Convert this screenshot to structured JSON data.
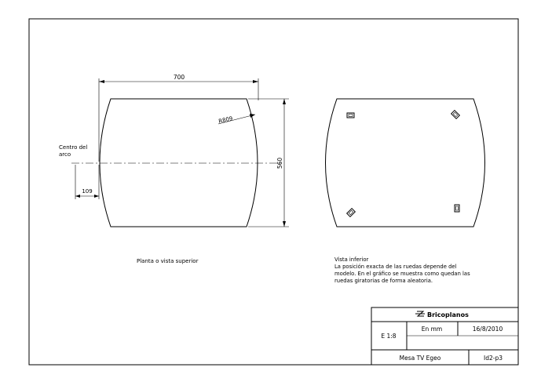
{
  "plan_view": {
    "dim_width": "700",
    "dim_height": "560",
    "dim_radius": "R809",
    "dim_offset": "109",
    "center_label_line1": "Centro del",
    "center_label_line2": "arco",
    "caption": "Planta o vista superior"
  },
  "bottom_view": {
    "caption_title": "Vista inferior",
    "caption_line1": "La posición exacta de las ruedas depende del",
    "caption_line2": "modelo. En el gráfico se muestra como quedan las",
    "caption_line3": "ruedas giratorias de forma aleatoria."
  },
  "title_block": {
    "brand": "Bricoplanos",
    "brand_icon": "bricoplanos-logo-icon",
    "scale": "E 1:8",
    "units": "En mm",
    "date": "16/8/2010",
    "title": "Mesa TV Egeo",
    "code": "Id2-p3"
  }
}
